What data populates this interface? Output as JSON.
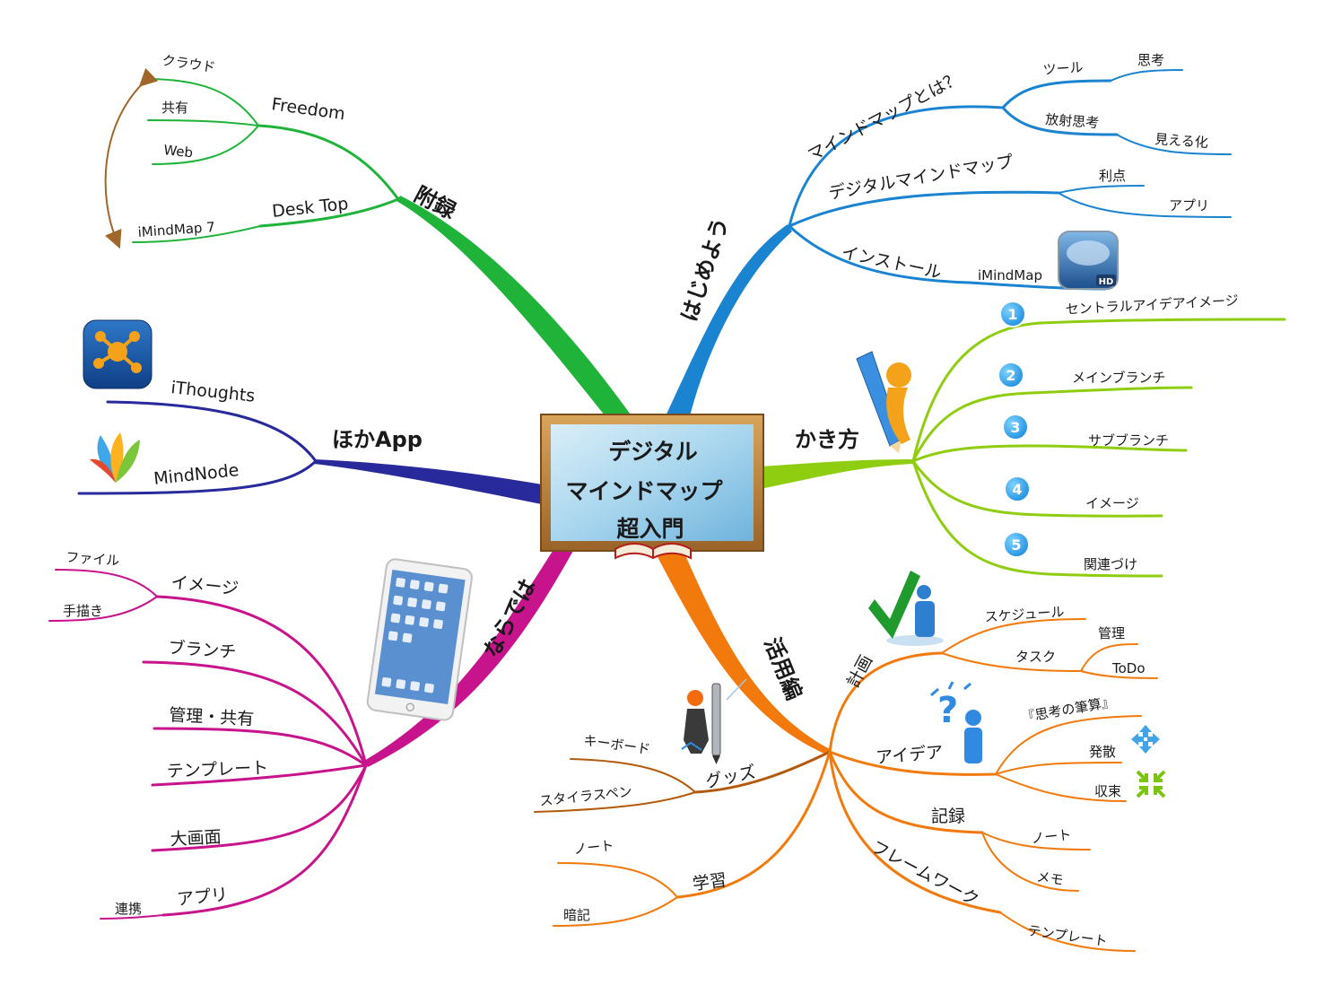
{
  "center": {
    "line1": "デジタル",
    "line2": "マインドマップ",
    "line3": "超入門"
  },
  "colors": {
    "blue": "#1b84d0",
    "lime": "#8fcd10",
    "orange": "#f27a0c",
    "brown": "#b25a0a",
    "magenta": "#c7138c",
    "navy": "#282a9c",
    "green": "#1fb33a",
    "arrow": "#a0662a"
  },
  "branches": {
    "hajimeyou": {
      "label": "はじめよう",
      "mindmap": "マインドマップとは？",
      "tool": "ツール",
      "shikou": "思考",
      "housha": "放射思考",
      "mieru": "見える化",
      "digital": "デジタルマインドマップ",
      "riten": "利点",
      "appli": "アプリ",
      "install": "インストール",
      "imindmap": "iMindMap",
      "imindmap_badge": "HD"
    },
    "kikata": {
      "label": "かき方",
      "items": [
        {
          "num": "1",
          "text": "セントラルアイデアイメージ"
        },
        {
          "num": "2",
          "text": "メインブランチ"
        },
        {
          "num": "3",
          "text": "サブブランチ"
        },
        {
          "num": "4",
          "text": "イメージ"
        },
        {
          "num": "5",
          "text": "関連づけ"
        }
      ]
    },
    "katsuyou": {
      "label": "活用編",
      "keikaku": "計画",
      "schedule": "スケジュール",
      "task": "タスク",
      "kanri": "管理",
      "todo": "ToDo",
      "idea": "アイデア",
      "hissan": "『思考の筆算』",
      "hassan": "発散",
      "shusoku": "収束",
      "kiroku": "記録",
      "note": "ノート",
      "memo": "メモ",
      "framework": "フレームワーク",
      "template": "テンプレート"
    },
    "goods": {
      "label": "グッズ",
      "keyboard": "キーボード",
      "stylus": "スタイラスペン"
    },
    "gakushu": {
      "label": "学習",
      "note": "ノート",
      "anki": "暗記"
    },
    "naradewa": {
      "label": "ならでは",
      "image": "イメージ",
      "file": "ファイル",
      "tegaki": "手描き",
      "branch": "ブランチ",
      "kanri": "管理・共有",
      "template": "テンプレート",
      "daigamen": "大画面",
      "app": "アプリ",
      "renkei": "連携"
    },
    "hoka": {
      "label": "ほかApp",
      "ithoughts": "iThoughts",
      "mindnode": "MindNode"
    },
    "furoku": {
      "label": "附録",
      "freedom": "Freedom",
      "cloud": "クラウド",
      "kyouyu": "共有",
      "web": "Web",
      "desktop": "Desk Top",
      "imindmap7": "iMindMap 7"
    }
  }
}
